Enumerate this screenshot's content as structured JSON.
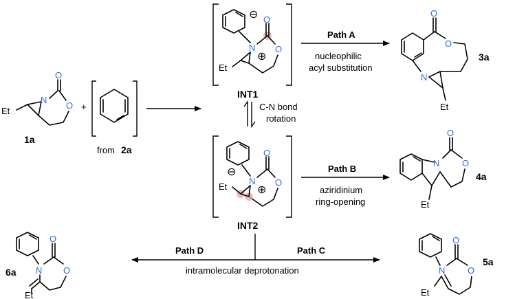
{
  "compounds": {
    "c1a": "1a",
    "from_prefix": "from",
    "c2a": "2a",
    "int1": "INT1",
    "int2": "INT2",
    "c3a": "3a",
    "c4a": "4a",
    "c5a": "5a",
    "c6a": "6a"
  },
  "atoms": {
    "Et": "Et",
    "N": "N",
    "O": "O",
    "plus": "+"
  },
  "paths": {
    "a_title": "Path A",
    "a_line1": "nucleophilic",
    "a_line2": "acyl substitution",
    "b_title": "Path B",
    "b_line1": "aziridinium",
    "b_line2": "ring-opening",
    "c_title": "Path C",
    "d_title": "Path D",
    "deprot": "intramolecular deprotonation",
    "rot1": "C-N bond",
    "rot2": "rotation"
  },
  "colors": {
    "heteroatom": "#2a6fd6",
    "highlight": "#e6a8a8"
  }
}
